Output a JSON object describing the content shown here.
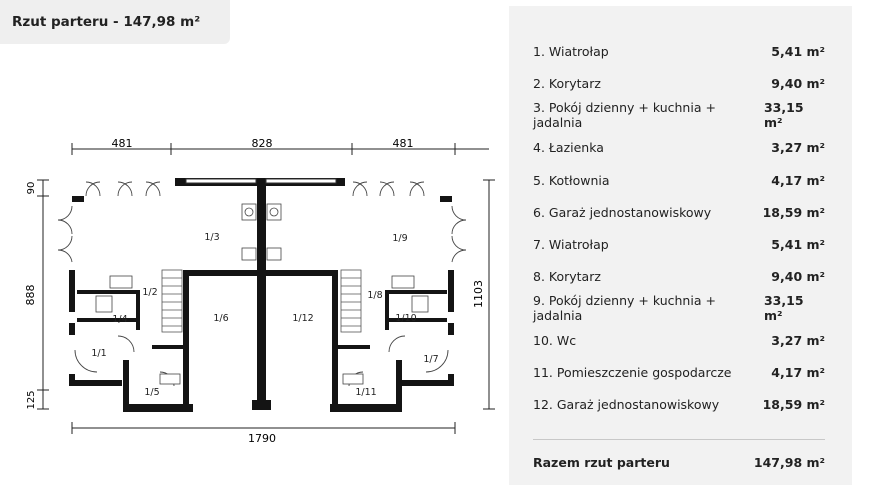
{
  "plan": {
    "title": "Rzut parteru - 147,98 m²",
    "dims": {
      "top_left": "481",
      "top_mid": "828",
      "top_right": "481",
      "left_top": "90",
      "left_mid": "888",
      "left_bot": "125",
      "right": "1103",
      "bottom": "1790"
    },
    "room_labels": [
      "1/1",
      "1/2",
      "1/3",
      "1/4",
      "1/5",
      "1/6",
      "1/7",
      "1/8",
      "1/9",
      "1/10",
      "1/11",
      "1/12"
    ]
  },
  "rooms": [
    {
      "name": "1. Wiatrołap",
      "area": "5,41 m²"
    },
    {
      "name": "2. Korytarz",
      "area": "9,40 m²"
    },
    {
      "name": "3. Pokój dzienny + kuchnia + jadalnia",
      "area": "33,15 m²"
    },
    {
      "name": "4. Łazienka",
      "area": "3,27 m²"
    },
    {
      "name": "5. Kotłownia",
      "area": "4,17 m²"
    },
    {
      "name": "6. Garaż jednostanowiskowy",
      "area": "18,59 m²"
    },
    {
      "name": "7. Wiatrołap",
      "area": "5,41 m²"
    },
    {
      "name": "8. Korytarz",
      "area": "9,40 m²"
    },
    {
      "name": "9. Pokój dzienny + kuchnia + jadalnia",
      "area": "33,15 m²"
    },
    {
      "name": "10. Wc",
      "area": "3,27 m²"
    },
    {
      "name": "11. Pomieszczenie gospodarcze",
      "area": "4,17 m²"
    },
    {
      "name": "12. Garaż jednostanowiskowy",
      "area": "18,59 m²"
    }
  ],
  "total": {
    "label": "Razem rzut parteru",
    "area": "147,98 m²"
  }
}
